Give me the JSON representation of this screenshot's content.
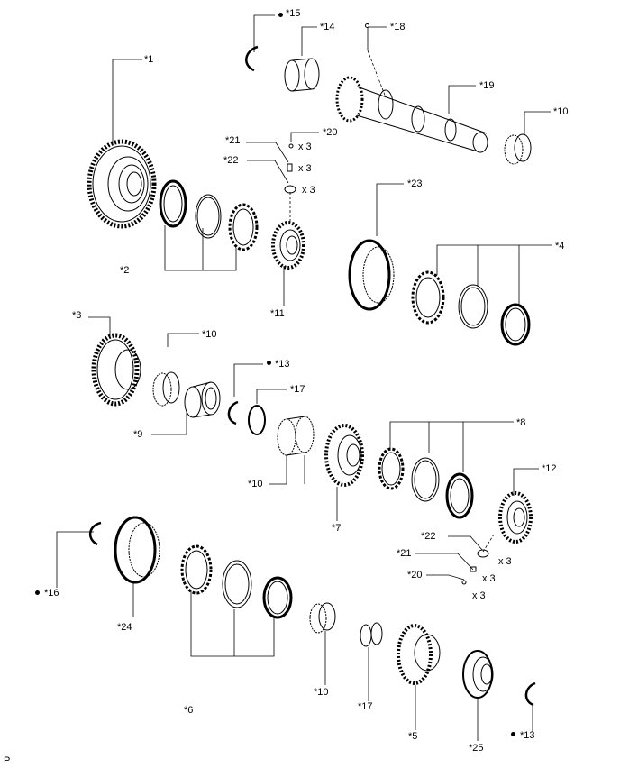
{
  "diagram": {
    "corner_code": "P",
    "callouts": {
      "c1": "*1",
      "c2": "*2",
      "c3": "*3",
      "c4": "*4",
      "c5": "*5",
      "c6": "*6",
      "c7": "*7",
      "c8": "*8",
      "c9": "*9",
      "c10a": "*10",
      "c10b": "*10",
      "c10c": "*10",
      "c10d": "*10",
      "c11": "*11",
      "c12": "*12",
      "c13a": "*13",
      "c13b": "*13",
      "c14": "*14",
      "c15": "*15",
      "c16": "*16",
      "c17a": "*17",
      "c17b": "*17",
      "c18": "*18",
      "c19": "*19",
      "c20a": "*20",
      "c20b": "*20",
      "c21a": "*21",
      "c21b": "*21",
      "c22a": "*22",
      "c22b": "*22",
      "c23": "*23",
      "c24": "*24",
      "c25": "*25"
    },
    "quantities": {
      "q20a": "x 3",
      "q21a": "x 3",
      "q22a": "x 3",
      "q22b": "x 3",
      "q21b": "x 3",
      "q20b": "x 3"
    },
    "line_color": "#000000"
  }
}
